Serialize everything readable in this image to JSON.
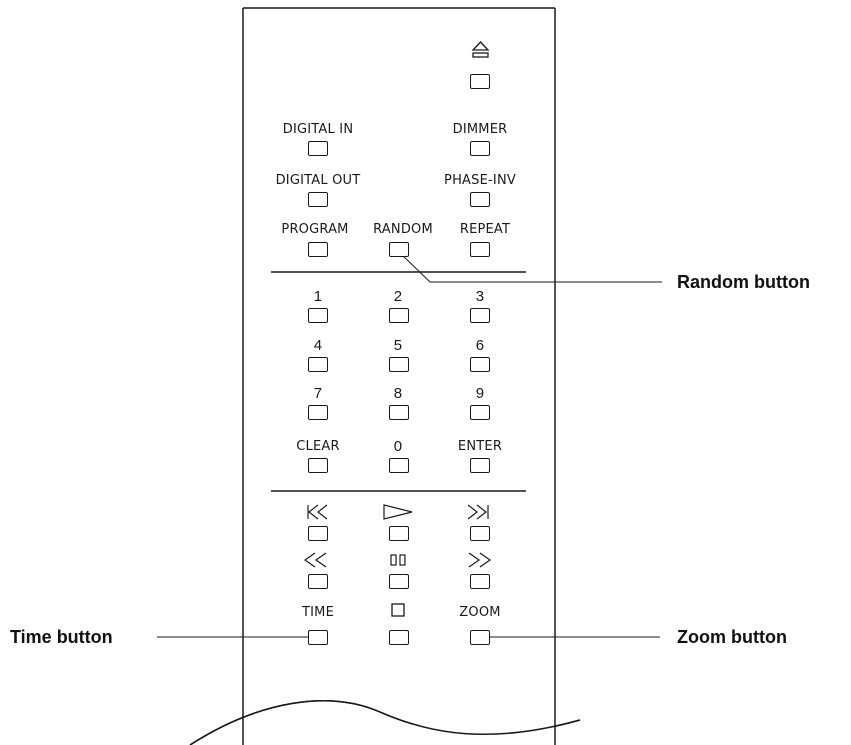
{
  "remote": {
    "eject_icon": "eject-icon",
    "labels": {
      "digital_in": "DIGITAL IN",
      "dimmer": "DIMMER",
      "digital_out": "DIGITAL OUT",
      "phase_inv": "PHASE-INV",
      "program": "PROGRAM",
      "random": "RANDOM",
      "repeat": "REPEAT",
      "clear": "CLEAR",
      "enter": "ENTER",
      "time": "TIME",
      "zoom": "ZOOM"
    },
    "numbers": [
      "1",
      "2",
      "3",
      "4",
      "5",
      "6",
      "7",
      "8",
      "9",
      "0"
    ],
    "transport_icons": [
      "skip-back-icon",
      "play-icon",
      "skip-forward-icon",
      "rewind-icon",
      "pause-icon",
      "fast-forward-icon",
      "stop-icon"
    ]
  },
  "callouts": {
    "random": "Random button",
    "time": "Time button",
    "zoom": "Zoom button"
  }
}
